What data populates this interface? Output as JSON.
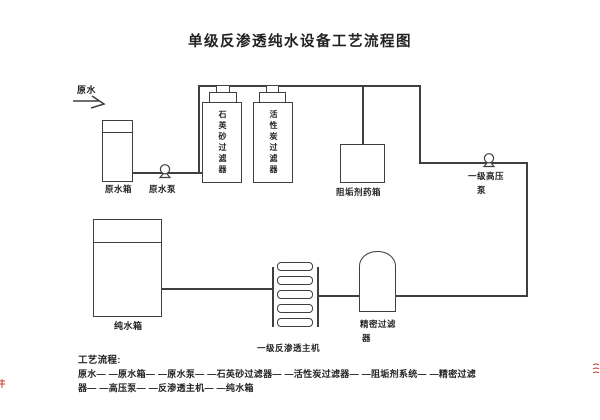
{
  "title": "单级反渗透纯水设备工艺流程图",
  "diagram": {
    "feed": "原水",
    "raw_tank": "原水箱",
    "raw_pump": "原水泵",
    "sand_filter": "石英砂过滤器",
    "carbon_filter": "活性炭过滤器",
    "dosing_tank": "阻垢剂药箱",
    "hp_pump_l1": "一级高压",
    "hp_pump_l2": "泵",
    "pure_tank": "纯水箱",
    "ro_unit": "一级反渗透主机",
    "precision_filter_l1": "精密过滤",
    "precision_filter_l2": "器"
  },
  "footer": {
    "heading": "工艺流程:",
    "line1": "原水— —原水箱— —原水泵— —石英砂过滤器— —活性炭过滤器— —阻垢剂系统— —精密过滤",
    "line2": "器— —高压泵— —反渗透主机— —纯水箱"
  },
  "colors": {
    "line": "#3f3f3f",
    "text": "#242424",
    "background": "#ffffff",
    "artifact_red": "#c0392b"
  }
}
